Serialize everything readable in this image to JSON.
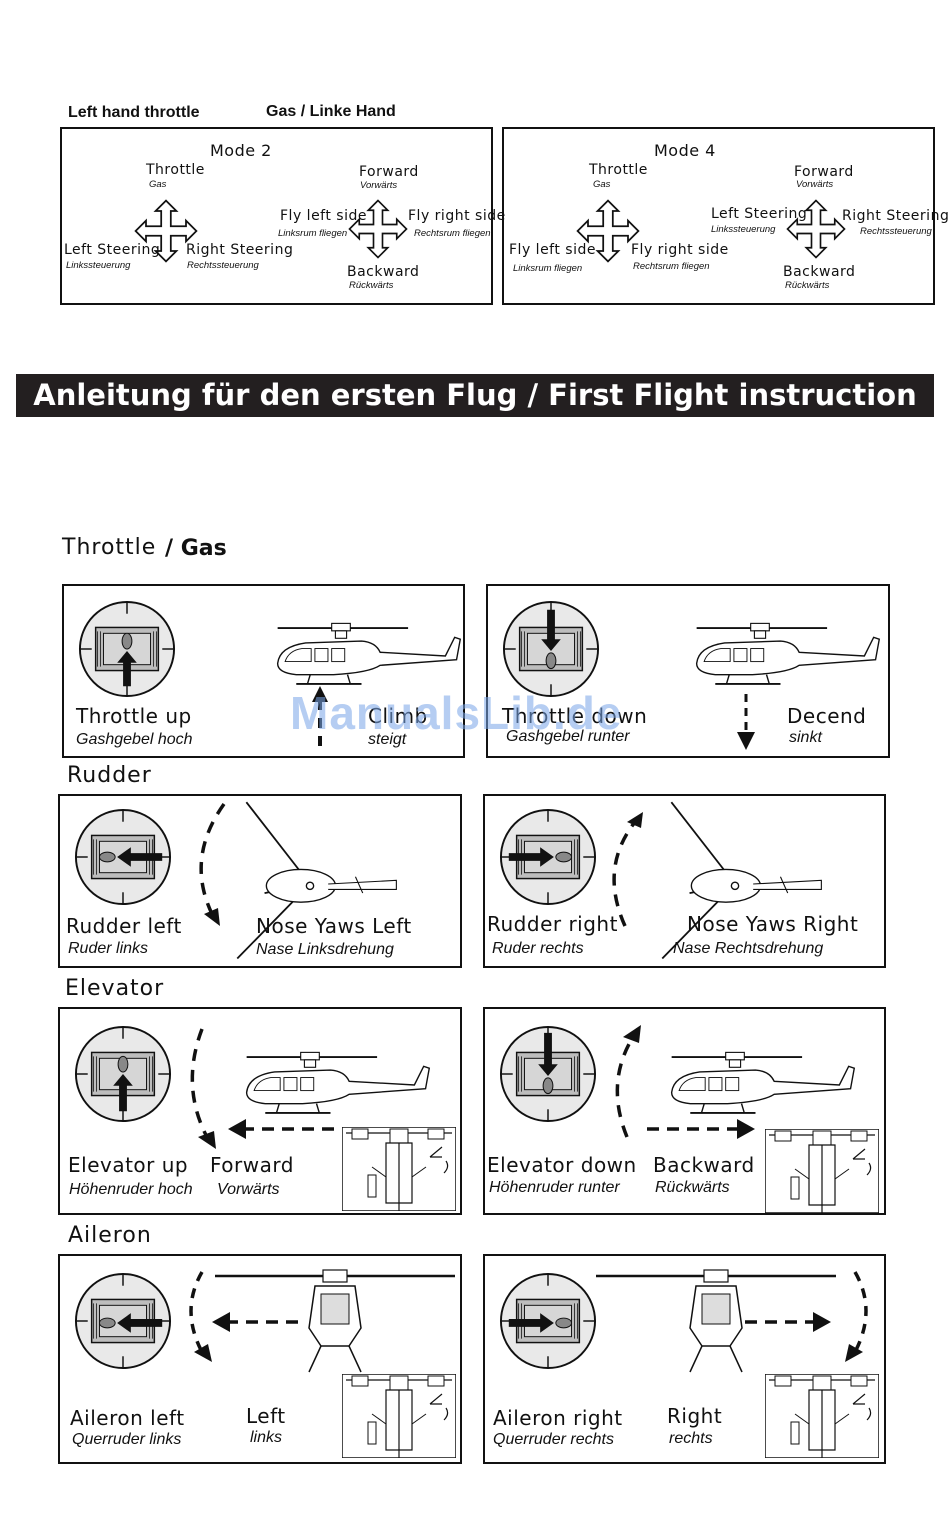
{
  "header": {
    "left_title": "Left hand throttle",
    "right_title": "Gas / Linke Hand"
  },
  "mode2": {
    "title": "Mode 2",
    "throttle": {
      "en": "Throttle",
      "de": "Gas"
    },
    "left_steering": {
      "en": "Left Steering",
      "de": "Linkssteuerung"
    },
    "right_steering": {
      "en": "Right Steering",
      "de": "Rechtssteuerung"
    },
    "forward": {
      "en": "Forward",
      "de": "Vorwärts"
    },
    "backward": {
      "en": "Backward",
      "de": "Rückwärts"
    },
    "fly_left": {
      "en": "Fly left side",
      "de": "Linksrum  fliegen"
    },
    "fly_right": {
      "en": "Fly right side",
      "de": "Rechtsrum fliegen"
    }
  },
  "mode4": {
    "title": "Mode 4",
    "throttle": {
      "en": "Throttle",
      "de": "Gas"
    },
    "fly_left": {
      "en": "Fly left side",
      "de": "Linksrum  fliegen"
    },
    "fly_right": {
      "en": "Fly right side",
      "de": "Rechtsrum fliegen"
    },
    "forward": {
      "en": "Forward",
      "de": "Vorwärts"
    },
    "backward": {
      "en": "Backward",
      "de": "Rückwärts"
    },
    "left_steering": {
      "en": "Left Steering",
      "de": "Linkssteuerung"
    },
    "right_steering": {
      "en": "Right Steering",
      "de": "Rechtssteuerung"
    }
  },
  "banner": "Anleitung für den ersten Flug / First Flight instruction",
  "sections": {
    "throttle": {
      "en": "Throttle",
      "de": "/ Gas"
    },
    "rudder": "Rudder",
    "elevator": "Elevator",
    "aileron": "Aileron"
  },
  "panels": {
    "throttle_up": {
      "en": "Throttle up",
      "de": "Gashgebel hoch",
      "result_en": "Climb",
      "result_de": "steigt"
    },
    "throttle_down": {
      "en": "Throttle down",
      "de": "Gashgebel runter",
      "result_en": "Decend",
      "result_de": "sinkt"
    },
    "rudder_left": {
      "en": "Rudder left",
      "de": "Ruder links",
      "result_en": "Nose Yaws Left",
      "result_de": "Nase Linksdrehung"
    },
    "rudder_right": {
      "en": "Rudder right",
      "de": "Ruder rechts",
      "result_en": "Nose Yaws Right",
      "result_de": "Nase Rechtsdrehung"
    },
    "elevator_up": {
      "en": "Elevator up",
      "de": "Höhenruder hoch",
      "result_en": "Forward",
      "result_de": "Vorwärts"
    },
    "elevator_down": {
      "en": "Elevator down",
      "de": "Höhenruder runter",
      "result_en": "Backward",
      "result_de": "Rückwärts"
    },
    "aileron_left": {
      "en": "Aileron left",
      "de": "Querruder links",
      "result_en": "Left",
      "result_de": "links"
    },
    "aileron_right": {
      "en": "Aileron right",
      "de": "Querruder rechts",
      "result_en": "Right",
      "result_de": "rechts"
    }
  },
  "watermark": "ManualsLib.de"
}
